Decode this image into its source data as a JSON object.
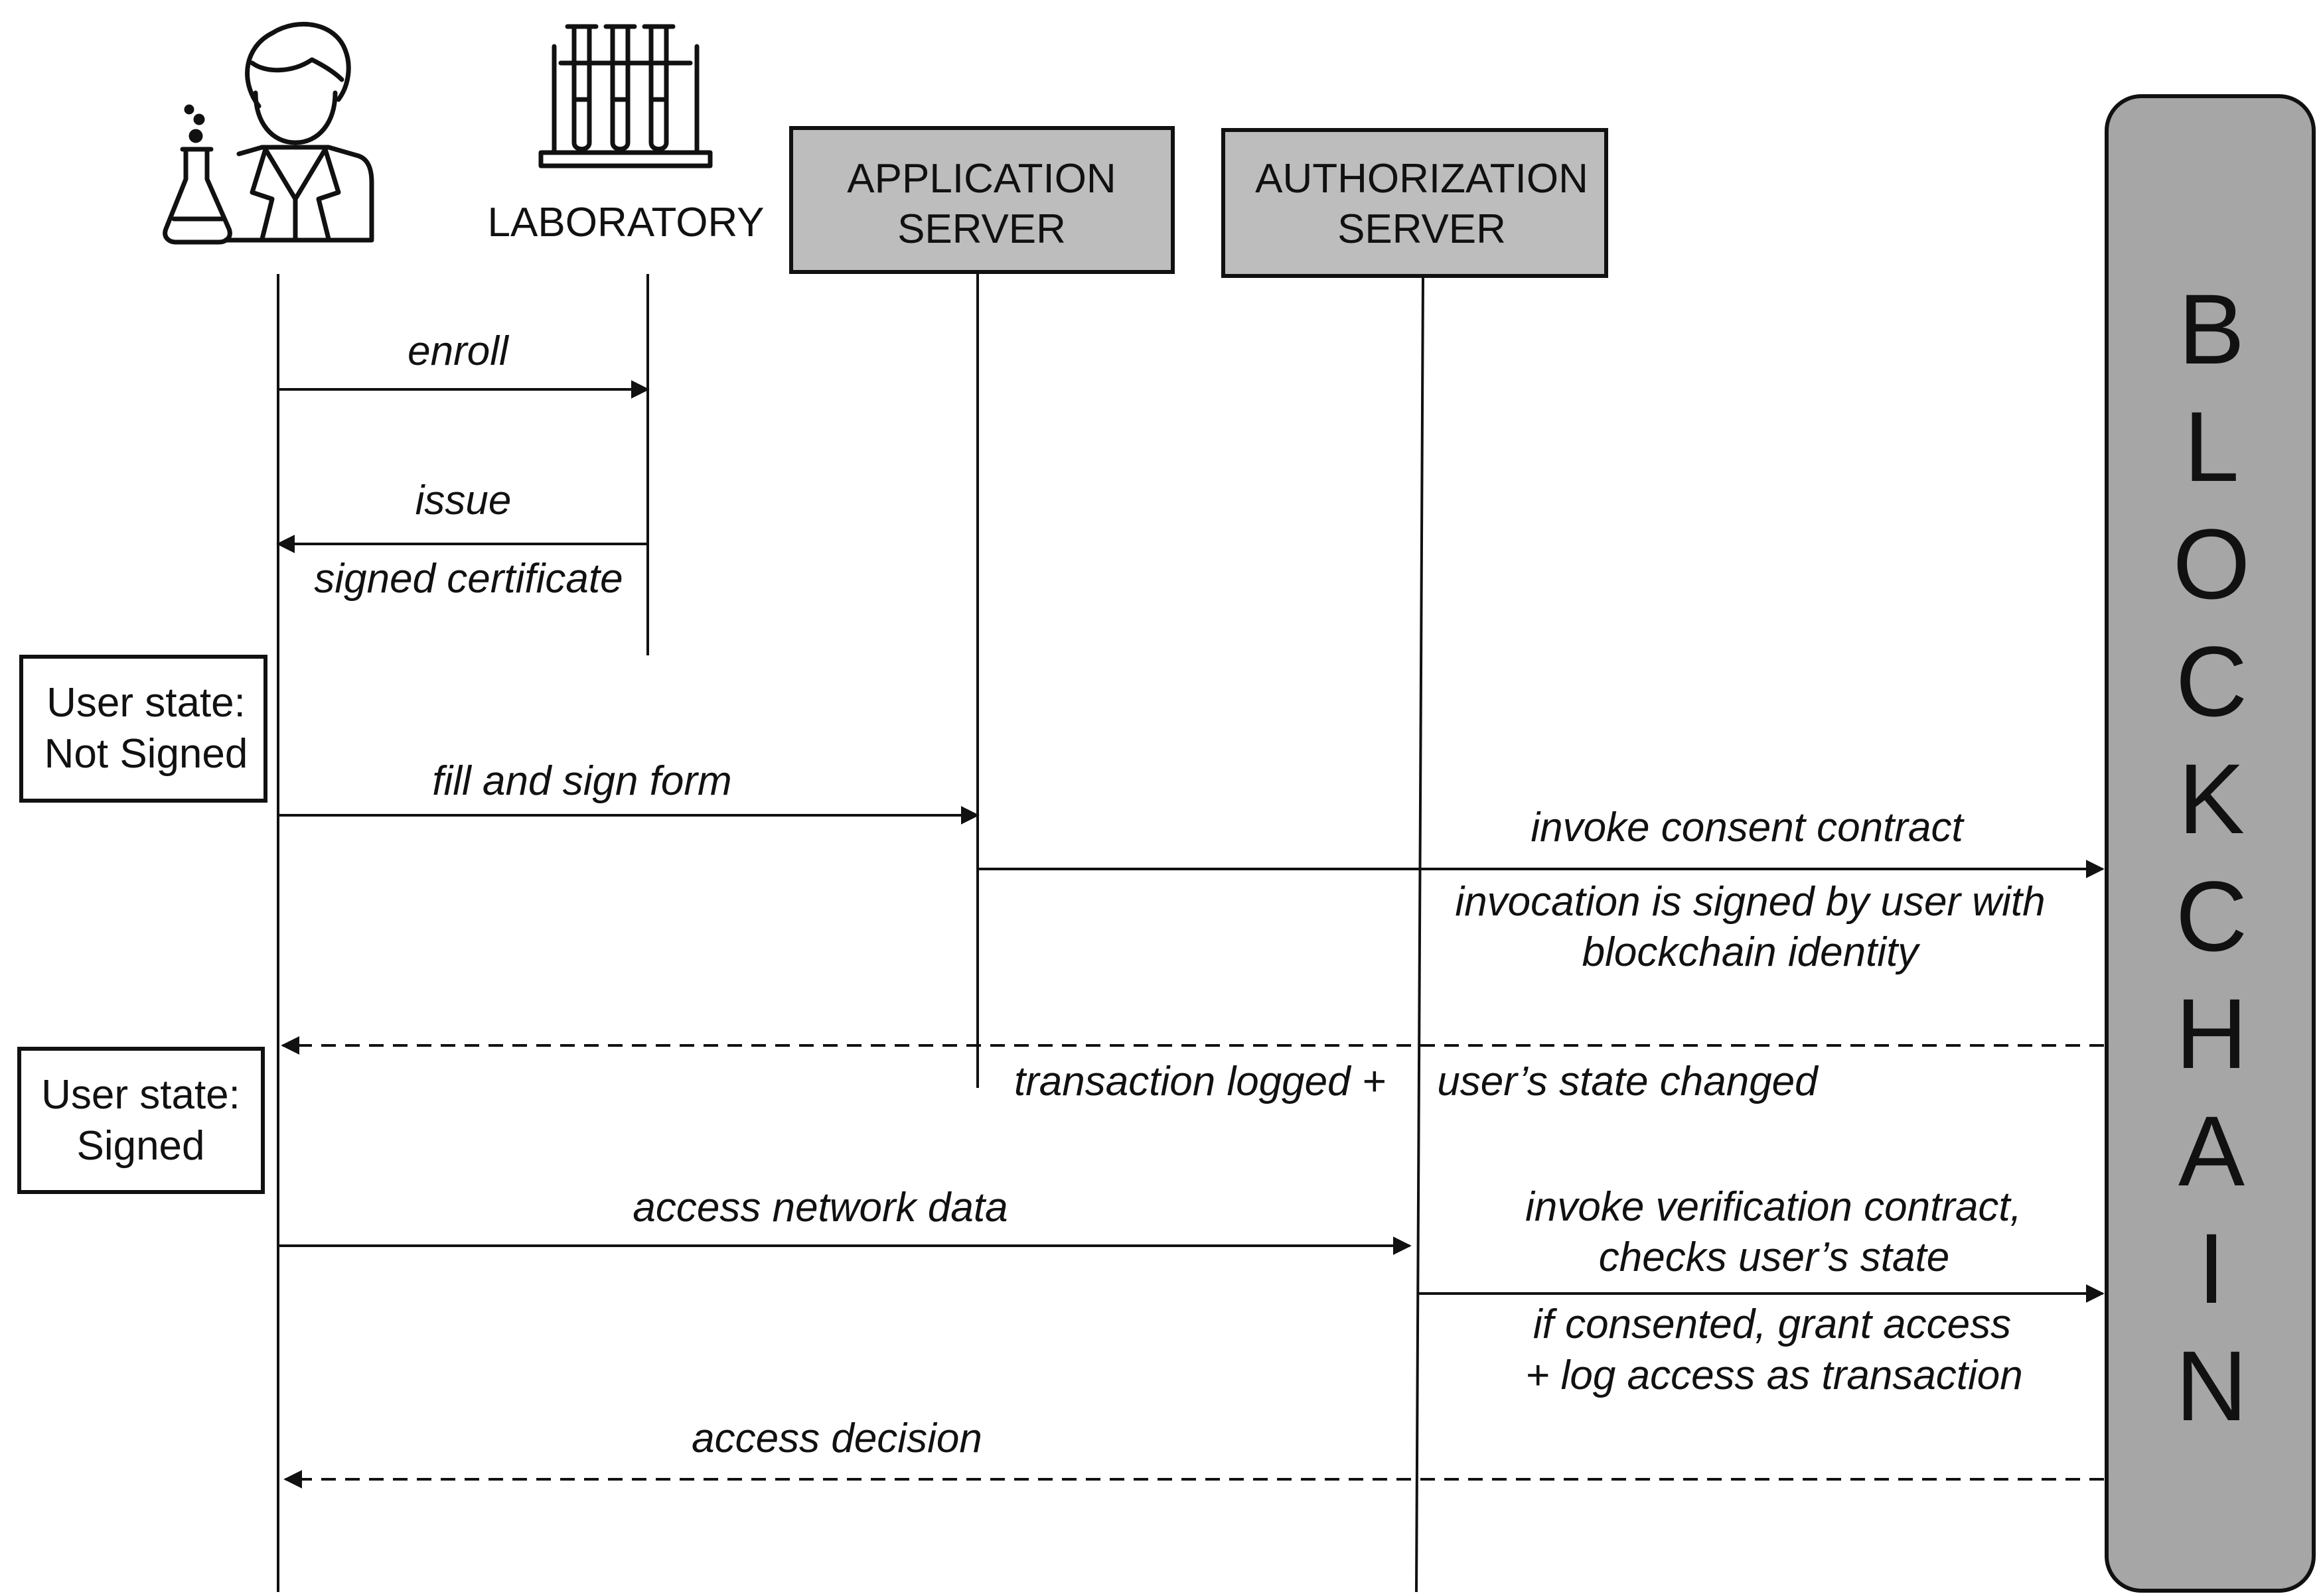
{
  "actors": {
    "laboratory": "LABORATORY",
    "application_server": [
      "APPLICATION",
      "SERVER"
    ],
    "authorization_server": [
      "AUTHORIZATION",
      "SERVER"
    ],
    "blockchain_letters": [
      "B",
      "L",
      "O",
      "C",
      "K",
      "C",
      "H",
      "A",
      "I",
      "N"
    ]
  },
  "states": {
    "not_signed": [
      "User state:",
      "Not Signed"
    ],
    "signed": [
      "User state:",
      "Signed"
    ]
  },
  "messages": {
    "enroll": "enroll",
    "issue": "issue",
    "signed_certificate": "signed certificate",
    "fill_and_sign": "fill and sign form",
    "invoke_consent": "invoke consent contract",
    "invocation_signed": [
      "invocation is signed by user with",
      "blockchain identity"
    ],
    "transaction_logged": "transaction logged +",
    "state_changed": "user’s state changed",
    "access_network": "access network data",
    "invoke_verification": [
      "invoke verification contract,",
      "checks user’s state"
    ],
    "if_consented": [
      "if consented, grant access",
      "+ log access as transaction"
    ],
    "access_decision": "access decision"
  },
  "icons": {
    "user": "scientist-icon",
    "laboratory": "test-tubes-icon"
  },
  "colors": {
    "actor_fill": "#bdbdbd",
    "blockchain_fill": "#a6a6a6",
    "line": "#111111"
  }
}
